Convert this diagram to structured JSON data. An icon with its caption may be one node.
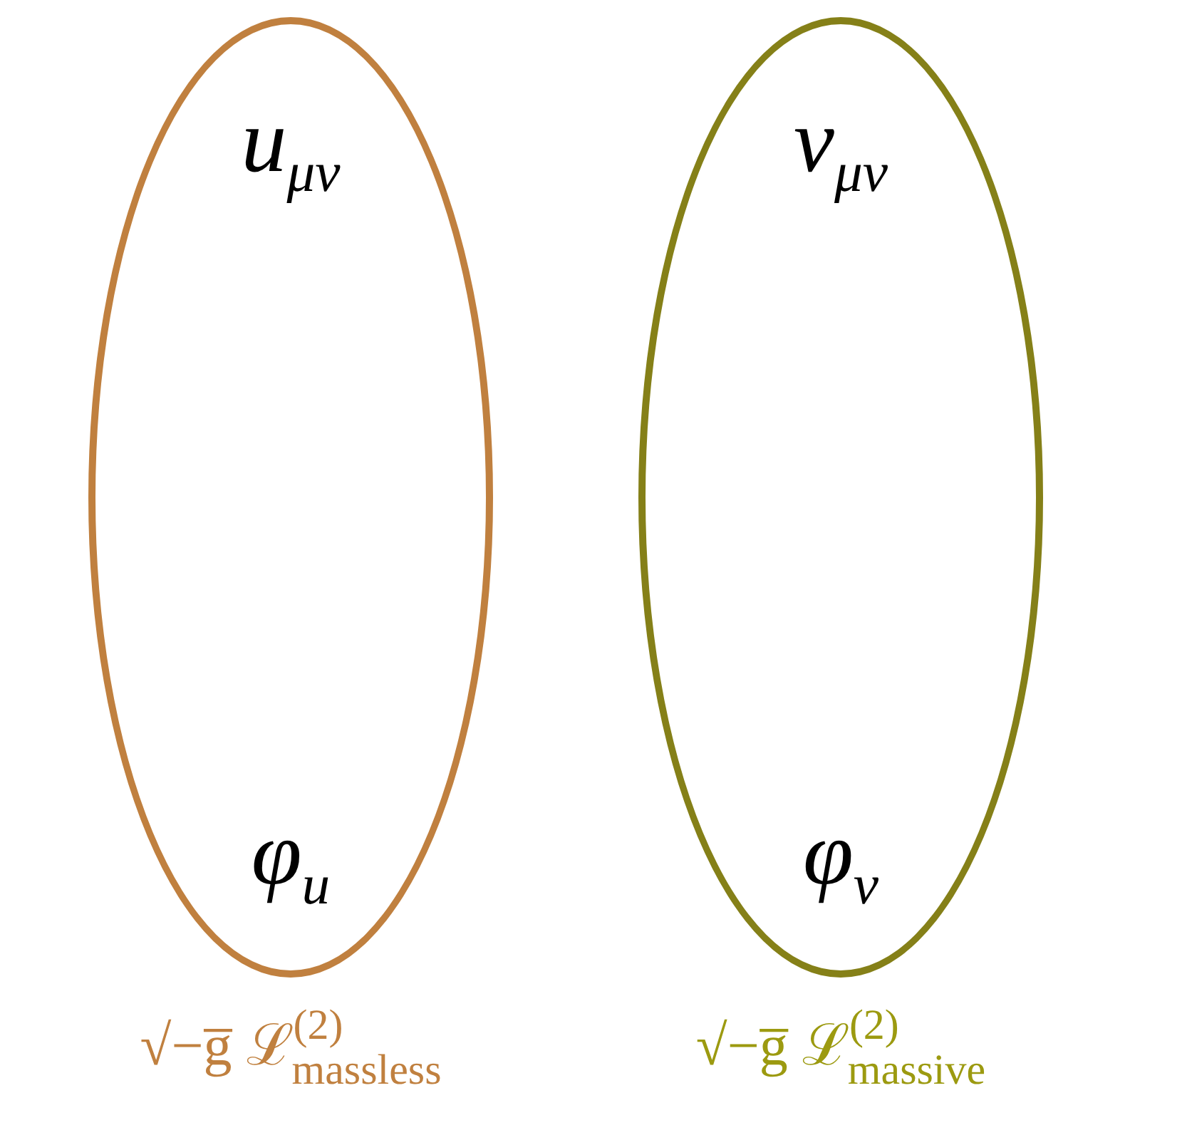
{
  "diagram": {
    "nodes": [
      {
        "text": [
          "u$_{μν}$",
          "φ$_{u}$"
        ],
        "beside": [
          "√−g̅ ℒ$^{(2)}$$_{massless}$"
        ]
      },
      {
        "text": [
          "v$_{μν}$",
          "φ$_{v}$"
        ],
        "beside": [
          "√−g̅ ℒ$^{(2)}$$_{massive}$"
        ]
      }
    ]
  }
}
